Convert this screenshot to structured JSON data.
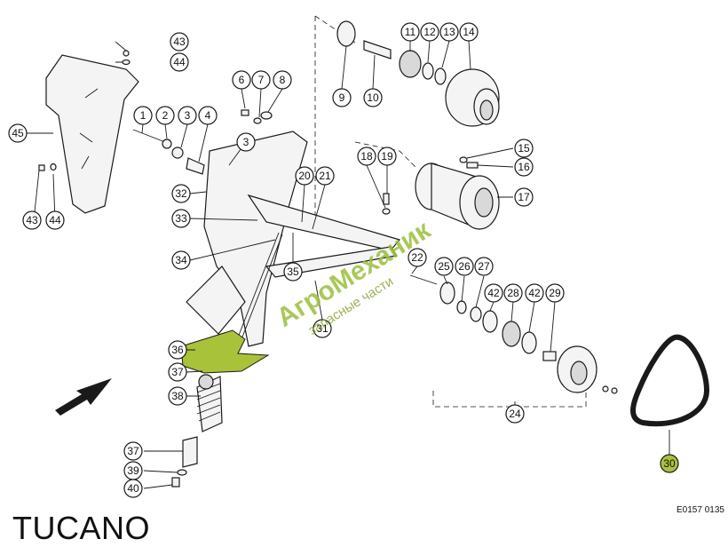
{
  "diagram": {
    "model": "TUCANO",
    "drawing_ref": "E0157 0135",
    "watermark": {
      "brand": "АгроМеханик",
      "tagline": "запасные части"
    },
    "highlight_color": "#a8c23a",
    "callouts": [
      {
        "label": "1"
      },
      {
        "label": "2"
      },
      {
        "label": "3"
      },
      {
        "label": "4"
      },
      {
        "label": "6"
      },
      {
        "label": "7"
      },
      {
        "label": "8"
      },
      {
        "label": "9"
      },
      {
        "label": "10"
      },
      {
        "label": "11"
      },
      {
        "label": "12"
      },
      {
        "label": "13"
      },
      {
        "label": "14"
      },
      {
        "label": "15"
      },
      {
        "label": "16"
      },
      {
        "label": "17"
      },
      {
        "label": "18"
      },
      {
        "label": "19"
      },
      {
        "label": "20"
      },
      {
        "label": "21"
      },
      {
        "label": "22"
      },
      {
        "label": "24"
      },
      {
        "label": "25"
      },
      {
        "label": "26"
      },
      {
        "label": "27"
      },
      {
        "label": "28"
      },
      {
        "label": "29"
      },
      {
        "label": "30"
      },
      {
        "label": "31"
      },
      {
        "label": "32"
      },
      {
        "label": "33"
      },
      {
        "label": "34"
      },
      {
        "label": "35"
      },
      {
        "label": "36"
      },
      {
        "label": "37"
      },
      {
        "label": "37"
      },
      {
        "label": "38"
      },
      {
        "label": "39"
      },
      {
        "label": "40"
      },
      {
        "label": "42"
      },
      {
        "label": "42"
      },
      {
        "label": "43"
      },
      {
        "label": "43"
      },
      {
        "label": "44"
      },
      {
        "label": "44"
      },
      {
        "label": "45"
      },
      {
        "label": "3"
      }
    ]
  }
}
